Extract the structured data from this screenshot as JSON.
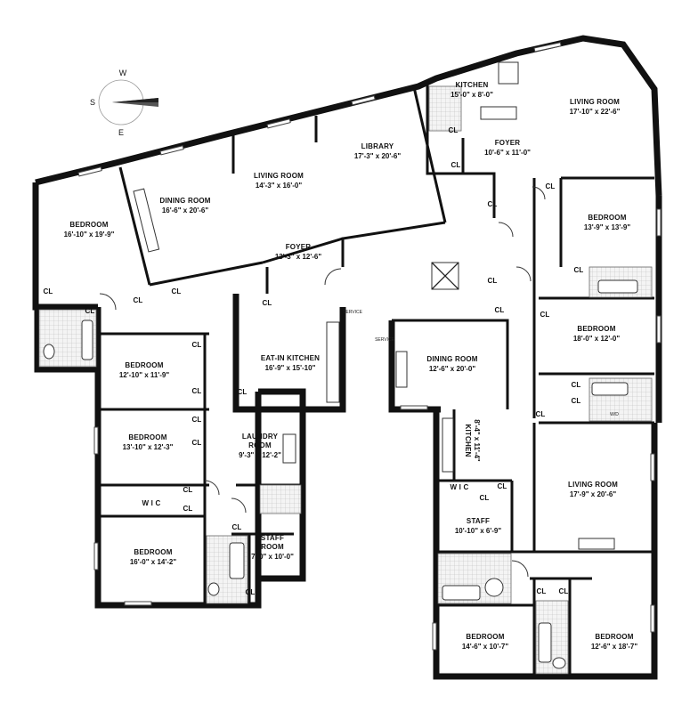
{
  "compass": {
    "north": "W",
    "south": "E",
    "west": "S"
  },
  "rooms": {
    "bedroom_nw": {
      "name": "BEDROOM",
      "dims": "16'-10\" x 19'-9\""
    },
    "dining_main": {
      "name": "DINING ROOM",
      "dims": "16'-6\" x 20'-6\""
    },
    "living_main": {
      "name": "LIVING ROOM",
      "dims": "14'-3\" x 16'-0\""
    },
    "library": {
      "name": "LIBRARY",
      "dims": "17'-3\" x 20'-6\""
    },
    "foyer_main": {
      "name": "FOYER",
      "dims": "13'-3\" x 12'-6\""
    },
    "kitchen_ne": {
      "name": "KITCHEN",
      "dims": "15'-0\" x 8'-0\""
    },
    "living_ne": {
      "name": "LIVING ROOM",
      "dims": "17'-10\" x 22'-6\""
    },
    "foyer_ne": {
      "name": "FOYER",
      "dims": "10'-6\" x 11'-0\""
    },
    "bedroom_e1": {
      "name": "BEDROOM",
      "dims": "13'-9\" x 13'-9\""
    },
    "bedroom_e2": {
      "name": "BEDROOM",
      "dims": "18'-0\" x 12'-0\""
    },
    "eatin_kitchen": {
      "name": "EAT-IN KITCHEN",
      "dims": "16'-9\" x 15'-10\""
    },
    "bedroom_w1": {
      "name": "BEDROOM",
      "dims": "12'-10\" x 11'-9\""
    },
    "bedroom_w2": {
      "name": "BEDROOM",
      "dims": "13'-10\" x 12'-3\""
    },
    "laundry": {
      "name": "LAUNDRY",
      "name2": "ROOM",
      "dims": "9'-3\" x 12'-2\""
    },
    "bedroom_sw": {
      "name": "BEDROOM",
      "dims": "16'-0\" x 14'-2\""
    },
    "staff_room": {
      "name": "STAFF",
      "name2": "ROOM",
      "dims": "7'-0\" x 10'-0\""
    },
    "dining_2": {
      "name": "DINING ROOM",
      "dims": "12'-6\" x 20'-0\""
    },
    "kitchen_2": {
      "name": "KITCHEN",
      "dims": "8'-4\" x 11'-4\""
    },
    "staff_2": {
      "name": "STAFF",
      "dims": "10'-10\" x 6'-9\""
    },
    "living_2": {
      "name": "LIVING ROOM",
      "dims": "17'-9\" x 20'-6\""
    },
    "bedroom_s1": {
      "name": "BEDROOM",
      "dims": "14'-6\" x 10'-7\""
    },
    "bedroom_s2": {
      "name": "BEDROOM",
      "dims": "12'-6\" x 18'-7\""
    }
  },
  "closet_label": "CL",
  "wic_label": "W I C",
  "service_label": "SERVICE",
  "wd_label": "W/D"
}
